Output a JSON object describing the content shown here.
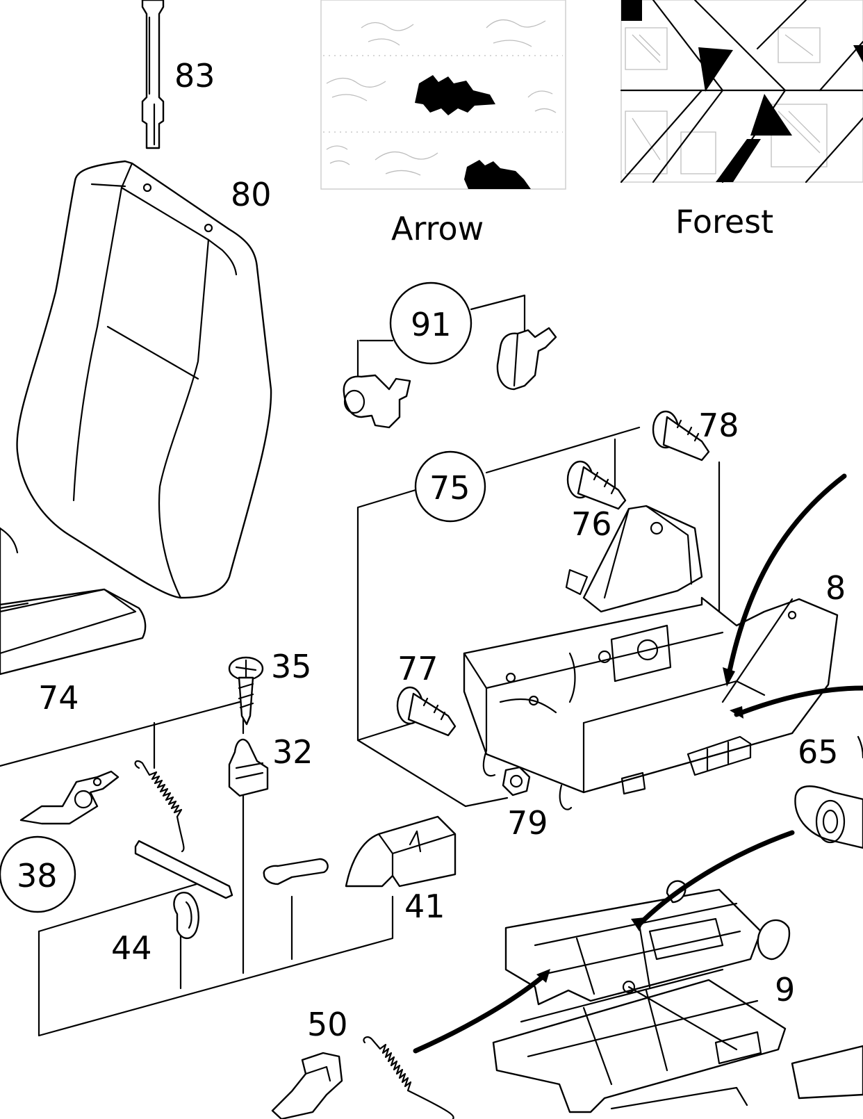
{
  "swatches": [
    {
      "id": "arrow",
      "caption": "Arrow"
    },
    {
      "id": "forest",
      "caption": "Forest"
    }
  ],
  "callouts": {
    "p83": "83",
    "p80": "80",
    "p91": "91",
    "p78": "78",
    "p75": "75",
    "p76": "76",
    "p8": "8",
    "p77": "77",
    "p35": "35",
    "p74": "74",
    "p32": "32",
    "p65": "65",
    "p79": "79",
    "p38": "38",
    "p41": "41",
    "p44": "44",
    "p9": "9",
    "p50": "50"
  }
}
